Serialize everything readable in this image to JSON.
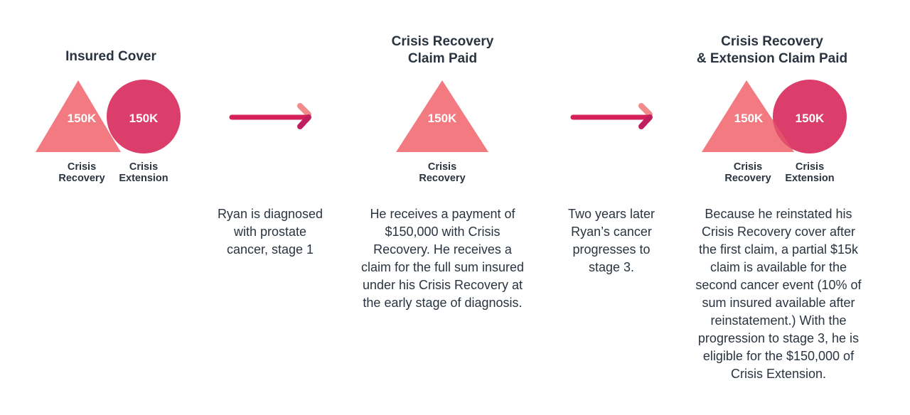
{
  "colors": {
    "triangle": "#f27a80",
    "circle": "#db3e6a",
    "overlap": "#de4a64",
    "arrow_main": "#d6205a",
    "arrow_tip": "#f28a8a",
    "text": "#2a3440"
  },
  "stage1": {
    "title": "Insured Cover",
    "triangle_value": "150K",
    "circle_value": "150K",
    "triangle_label": "Crisis\nRecovery",
    "circle_label": "Crisis\nExtension"
  },
  "event1": {
    "text": "Ryan is diagnosed\nwith prostate\ncancer, stage 1"
  },
  "stage2": {
    "title": "Crisis Recovery\nClaim Paid",
    "triangle_value": "150K",
    "triangle_label": "Crisis\nRecovery",
    "text": "He receives a payment of\n$150,000 with Crisis\nRecovery. He receives a\nclaim for the full sum insured\nunder his Crisis Recovery at\nthe early stage of diagnosis."
  },
  "event2": {
    "text": "Two years later\nRyan’s cancer\nprogresses to\nstage 3."
  },
  "stage3": {
    "title": "Crisis Recovery\n& Extension Claim Paid",
    "triangle_value": "150K",
    "circle_value": "150K",
    "triangle_label": "Crisis\nRecovery",
    "circle_label": "Crisis\nExtension",
    "text": "Because he reinstated his\nCrisis Recovery cover after\nthe first claim, a partial $15k\nclaim is available for the\nsecond cancer event (10% of\nsum insured available after\nreinstatement.) With the\nprogression to stage 3, he is\neligible for the $150,000 of\nCrisis Extension."
  }
}
